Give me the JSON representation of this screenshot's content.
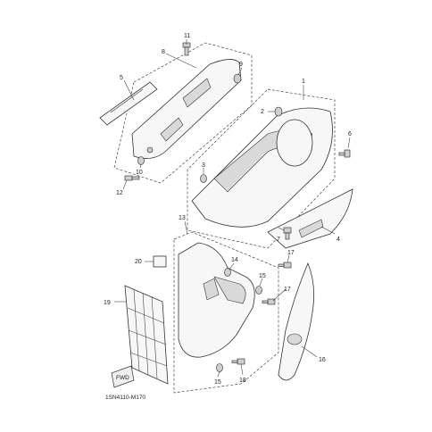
{
  "diagram": {
    "code": "1SN4110-M170",
    "fwd_label": "FWD",
    "callouts": [
      "1",
      "2",
      "3",
      "4",
      "5",
      "6",
      "7",
      "8",
      "9",
      "10",
      "11",
      "12",
      "13",
      "14",
      "15",
      "15",
      "16",
      "17",
      "17",
      "18",
      "19",
      "20"
    ]
  }
}
